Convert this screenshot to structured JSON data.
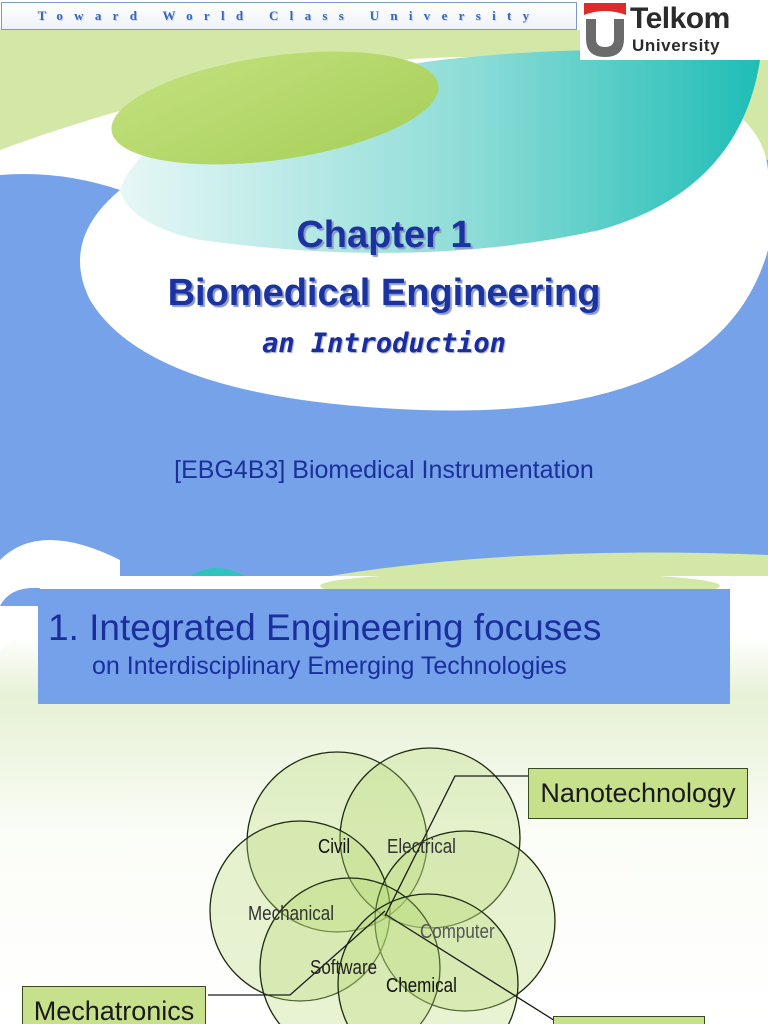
{
  "slide1": {
    "tagline": "Toward World Class University",
    "logo": {
      "line1": "Telkom",
      "line2": "University",
      "mark_colors": [
        "#e02a2a",
        "#6b6b6b"
      ]
    },
    "title_line1": "Chapter 1",
    "title_line2": "Biomedical Engineering",
    "subtitle": "an Introduction",
    "course": "[EBG4B3] Biomedical Instrumentation",
    "colors": {
      "background_blue": "#7aa4ec",
      "green": "#b3d76a",
      "teal": "#2ec4bd",
      "title": "#1a33a0"
    }
  },
  "slide2": {
    "heading_line1": "1. Integrated Engineering focuses",
    "heading_line2": "on Interdisciplinary Emerging Technologies",
    "diagram": {
      "labels": {
        "civil": "Civil",
        "electrical": "Electrical",
        "mechanical": "Mechanical",
        "computer": "Computer",
        "software": "Software",
        "chemical": "Chemical"
      },
      "callouts": {
        "nanotechnology": "Nanotechnology",
        "mechatronics": "Mechatronics"
      },
      "colors": {
        "circle_fill": "#b8d977",
        "tag_fill": "#c6e08b"
      }
    }
  }
}
